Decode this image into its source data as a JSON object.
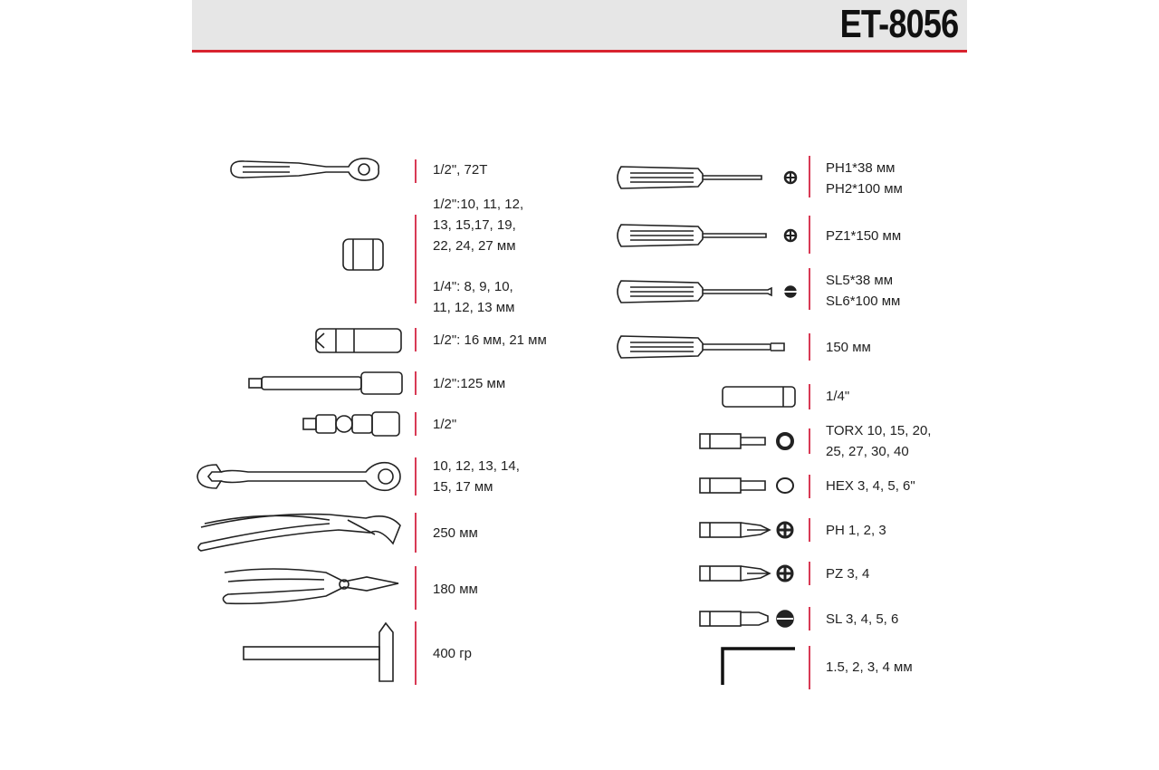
{
  "title": "ET-8056",
  "left_items": [
    {
      "label": "1/2\", 72T",
      "icon": "ratchet-icon"
    },
    {
      "label": "1/2\":10, 11, 12,\n13, 15,17, 19,\n22, 24, 27 мм",
      "icon": "socket-icon"
    },
    {
      "label": "1/4\": 8, 9, 10,\n11, 12, 13 мм",
      "icon": "socket-icon"
    },
    {
      "label": "1/2\": 16 мм, 21 мм",
      "icon": "deep-socket-icon"
    },
    {
      "label": "1/2\":125 мм",
      "icon": "extension-bar-icon"
    },
    {
      "label": "1/2\"",
      "icon": "universal-joint-icon"
    },
    {
      "label": "10, 12, 13, 14,\n15, 17 мм",
      "icon": "combination-wrench-icon"
    },
    {
      "label": "250 мм",
      "icon": "water-pump-pliers-icon"
    },
    {
      "label": "180 мм",
      "icon": "pliers-icon"
    },
    {
      "label": "400 гр",
      "icon": "hammer-icon"
    }
  ],
  "right_items": [
    {
      "label": "PH1*38 мм\nPH2*100 мм",
      "icon": "phillips-screwdriver-icon"
    },
    {
      "label": "PZ1*150 мм",
      "icon": "pozidriv-screwdriver-icon"
    },
    {
      "label": "SL5*38 мм\nSL6*100 мм",
      "icon": "slotted-screwdriver-icon"
    },
    {
      "label": "150 мм",
      "icon": "bit-holder-screwdriver-icon"
    },
    {
      "label": "1/4\"",
      "icon": "bit-adapter-icon"
    },
    {
      "label": "TORX 10, 15, 20,\n25, 27, 30, 40",
      "icon": "torx-bit-icon"
    },
    {
      "label": "HEX 3, 4, 5, 6\"",
      "icon": "hex-bit-icon"
    },
    {
      "label": "PH 1, 2, 3",
      "icon": "ph-bit-icon"
    },
    {
      "label": "PZ 3, 4",
      "icon": "pz-bit-icon"
    },
    {
      "label": "SL 3, 4, 5, 6",
      "icon": "sl-bit-icon"
    },
    {
      "label": "1.5, 2, 3, 4 мм",
      "icon": "hex-key-icon"
    }
  ],
  "colors": {
    "accent": "#d8242f",
    "header_bg": "#e6e6e6"
  }
}
